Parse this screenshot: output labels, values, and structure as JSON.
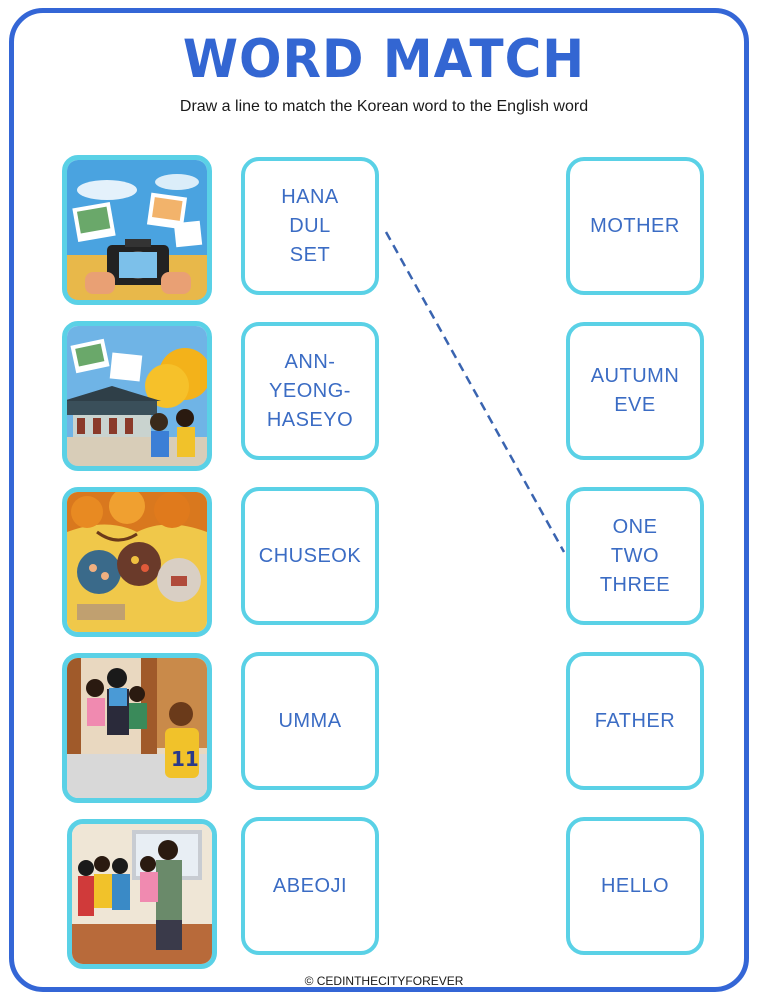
{
  "worksheet": {
    "title": "WORD MATCH",
    "instructions": "Draw a line to match the Korean word to the English word",
    "copyright": "© CEDINTHECITYFOREVER"
  },
  "korean_words": [
    {
      "label": "HANA\nDUL\nSET"
    },
    {
      "label": "ANN-\nYEONG-\nHASEYO"
    },
    {
      "label": "CHUSEOK"
    },
    {
      "label": "UMMA"
    },
    {
      "label": "ABEOJI"
    }
  ],
  "english_words": [
    {
      "label": "MOTHER"
    },
    {
      "label": "AUTUMN\nEVE"
    },
    {
      "label": "ONE\nTWO\nTHREE"
    },
    {
      "label": "FATHER"
    },
    {
      "label": "HELLO"
    }
  ],
  "pictures": [
    {
      "icon": "camera-photos-illustration"
    },
    {
      "icon": "palace-greeting-illustration"
    },
    {
      "icon": "autumn-festival-illustration"
    },
    {
      "icon": "family-hug-illustration"
    },
    {
      "icon": "family-home-illustration"
    }
  ],
  "colors": {
    "accent": "#3366d2",
    "card_border": "#5ad1e6",
    "card_text": "#3b6cc4",
    "line": "#3a64b0"
  }
}
